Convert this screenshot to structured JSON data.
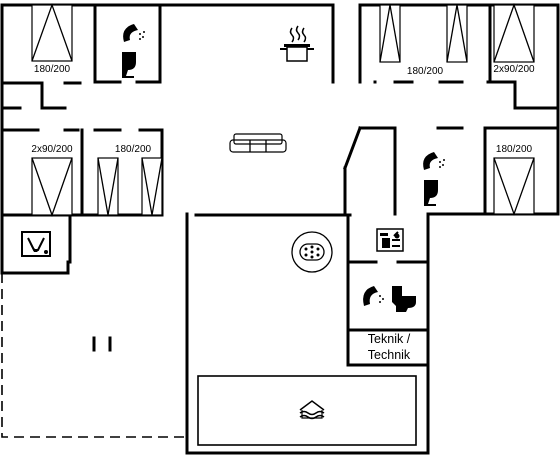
{
  "bed_labels": {
    "bedroom_1": "180/200",
    "bedroom_2": "2x90/200",
    "bedroom_3": "180/200",
    "bedroom_4": "180/200",
    "bedroom_5": "2x90/200",
    "bedroom_6": "180/200"
  },
  "technical_room": {
    "line1": "Teknik /",
    "line2": "Technik"
  },
  "icons": [
    "shower-icon",
    "toilet-icon",
    "cooking-pot-icon",
    "sofa-icon",
    "whirlpool-icon",
    "sauna-icon",
    "washing-machine-icon",
    "pool-icon"
  ]
}
